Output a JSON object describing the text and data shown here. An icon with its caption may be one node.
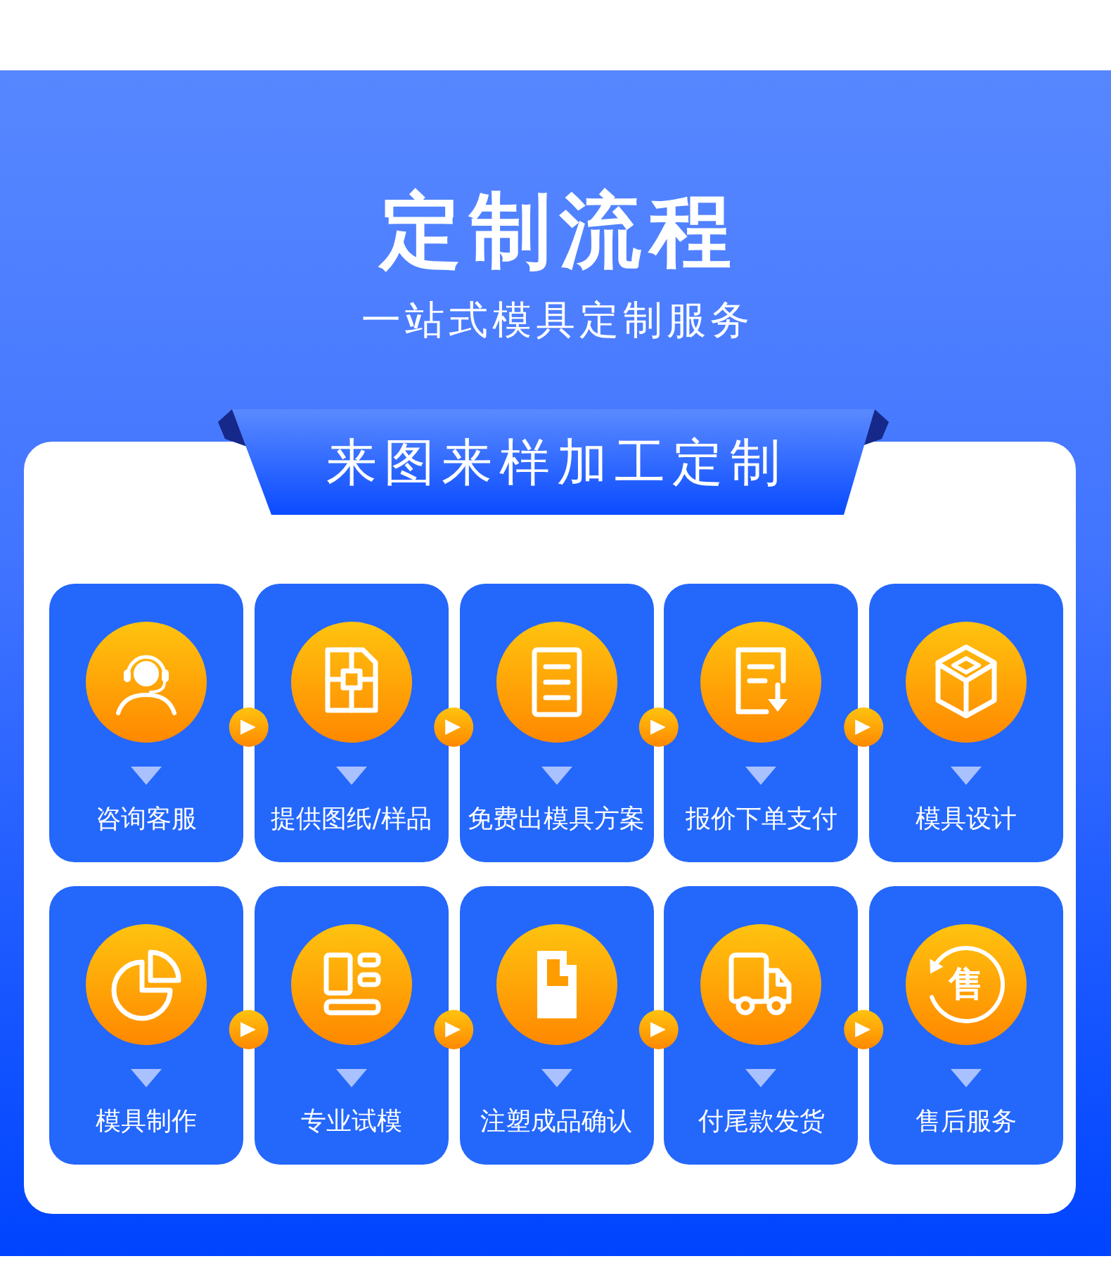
{
  "diagram": {
    "title": "定制流程",
    "nodes": [
      {
        "text": [
          "来图来样加工定制"
        ]
      },
      {
        "text": [
          "咨询客服"
        ],
        "in": 0
      },
      {
        "text": [
          "提供图纸/样品"
        ],
        "in": 0
      },
      {
        "text": [
          "免费出模具方案"
        ],
        "in": 0
      },
      {
        "text": [
          "报价下单支付"
        ],
        "in": 0
      },
      {
        "text": [
          "模具设计"
        ],
        "in": 0
      },
      {
        "text": [
          "模具制作"
        ],
        "in": 0
      },
      {
        "text": [
          "专业试模"
        ],
        "in": 0
      },
      {
        "text": [
          "注塑成品确认"
        ],
        "in": 0
      },
      {
        "text": [
          "付尾款发货"
        ],
        "in": 0
      },
      {
        "text": [
          "售",
          "售后服务"
        ],
        "in": 0
      }
    ],
    "edges": [
      {
        "from": 1,
        "to": 2,
        "arrow": "to"
      },
      {
        "from": 2,
        "to": 3,
        "arrow": "to"
      },
      {
        "from": 3,
        "to": 4,
        "arrow": "to"
      },
      {
        "from": 4,
        "to": 5,
        "arrow": "to"
      },
      {
        "from": 6,
        "to": 7,
        "arrow": "to"
      },
      {
        "from": 7,
        "to": 8,
        "arrow": "to"
      },
      {
        "from": 8,
        "to": 9,
        "arrow": "to"
      },
      {
        "from": 9,
        "to": 10,
        "arrow": "to"
      }
    ],
    "labels": [
      "一站式模具定制服务"
    ]
  }
}
